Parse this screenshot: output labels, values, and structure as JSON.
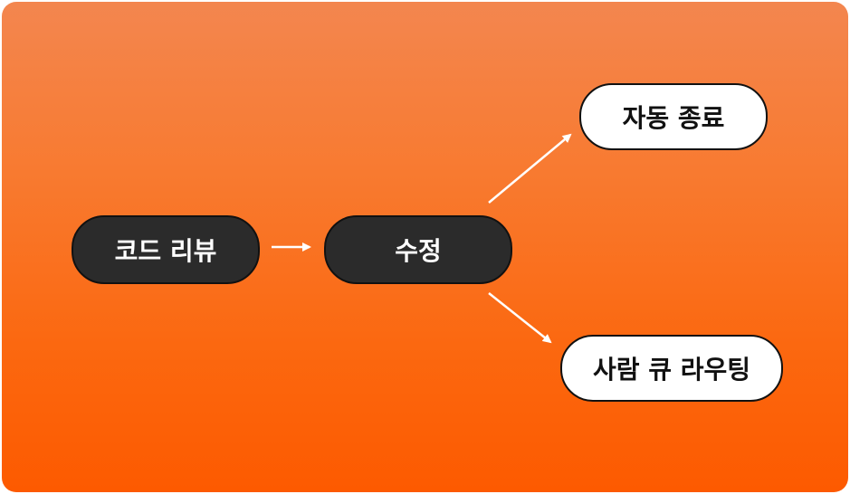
{
  "nodes": {
    "code_review": "코드 리뷰",
    "fix": "수정",
    "auto_close": "자동 종료",
    "human_queue": "사람 큐 라우팅"
  },
  "colors": {
    "dark_node": "#2b2b2b",
    "light_node": "#ffffff",
    "arrow": "#ffffff",
    "background_top": "#f3864f",
    "background_bottom": "#fd5a00"
  }
}
